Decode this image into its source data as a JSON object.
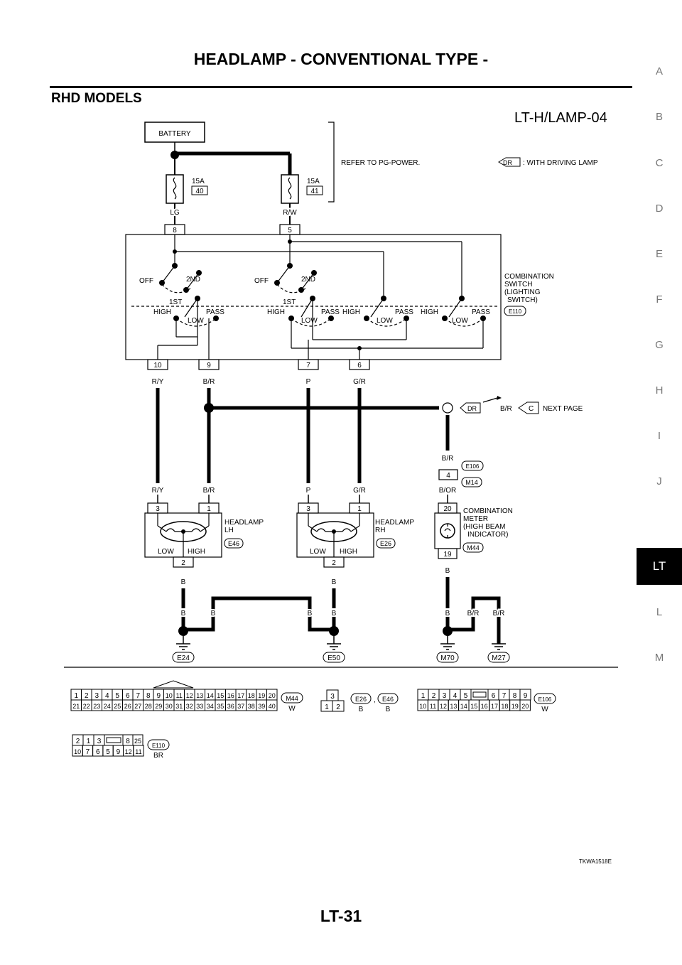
{
  "page": {
    "header": "HEADLAMP - CONVENTIONAL TYPE -",
    "subtitle": "RHD MODELS",
    "footer": "LT-31",
    "ref_code": "TKWA1518E"
  },
  "side_tabs": [
    "A",
    "B",
    "C",
    "D",
    "E",
    "F",
    "G",
    "H",
    "I",
    "J",
    "LT",
    "L",
    "M"
  ],
  "active_tab": "LT",
  "diagram": {
    "code": "LT-H/LAMP-04",
    "battery": "BATTERY",
    "refer": "REFER TO PG-POWER.",
    "dr_tag": "DR",
    "dr_desc": ": WITH DRIVING LAMP",
    "fuse1_amp": "15A",
    "fuse1_no": "40",
    "fuse2_amp": "15A",
    "fuse2_no": "41",
    "wire_lg": "LG",
    "wire_rw": "R/W",
    "pin_8": "8",
    "pin_5": "5",
    "sw_off": "OFF",
    "sw_2nd": "2ND",
    "sw_1st": "1ST",
    "sw_high": "HIGH",
    "sw_pass": "PASS",
    "sw_low": "LOW",
    "combi_sw_1": "COMBINATION",
    "combi_sw_2": "SWITCH",
    "combi_sw_3": "(LIGHTING",
    "combi_sw_4": "SWITCH)",
    "combi_sw_conn": "E110",
    "pin_10": "10",
    "pin_9": "9",
    "pin_7": "7",
    "pin_6": "6",
    "wire_ry": "R/Y",
    "wire_br": "B/R",
    "wire_p": "P",
    "wire_gr": "G/R",
    "wire_b": "B",
    "wire_bor": "B/OR",
    "conn_c": "C",
    "next_page": "NEXT PAGE",
    "e106": "E106",
    "pin_4": "4",
    "m14": "M14",
    "pin_3": "3",
    "pin_1": "1",
    "pin_2": "2",
    "pin_20": "20",
    "pin_19": "19",
    "hl_lh_1": "HEADLAMP",
    "hl_lh_2": "LH",
    "e46": "E46",
    "hl_rh_1": "HEADLAMP",
    "hl_rh_2": "RH",
    "e26": "E26",
    "low": "LOW",
    "high": "HIGH",
    "meter_1": "COMBINATION",
    "meter_2": "METER",
    "meter_3": "(HIGH BEAM",
    "meter_4": "INDICATOR)",
    "m44": "M44",
    "gnd_e24": "E24",
    "gnd_e50": "E50",
    "gnd_m70": "M70",
    "gnd_m27": "M27"
  },
  "connectors": {
    "m44": {
      "top": [
        "1",
        "2",
        "3",
        "4",
        "5",
        "6",
        "7",
        "8",
        "9",
        "10",
        "11",
        "12",
        "13",
        "14",
        "15",
        "16",
        "17",
        "18",
        "19",
        "20"
      ],
      "bottom": [
        "21",
        "22",
        "23",
        "24",
        "25",
        "26",
        "27",
        "28",
        "29",
        "30",
        "31",
        "32",
        "33",
        "34",
        "35",
        "36",
        "37",
        "38",
        "39",
        "40"
      ],
      "name": "M44",
      "color": "W"
    },
    "e26e46": {
      "top": [
        "3"
      ],
      "bottom": [
        "1",
        "2"
      ],
      "name1": "E26",
      "comma": ",",
      "name2": "E46",
      "color1": "B",
      "color2": "B"
    },
    "e106": {
      "top_left": [
        "1",
        "2",
        "3",
        "4",
        "5"
      ],
      "top_right": [
        "6",
        "7",
        "8",
        "9"
      ],
      "bottom": [
        "10",
        "11",
        "12",
        "13",
        "14",
        "15",
        "16",
        "17",
        "18",
        "19",
        "20"
      ],
      "name": "E106",
      "color": "W"
    },
    "e110": {
      "top_left": [
        "2",
        "1",
        "3"
      ],
      "top_right": [
        "8",
        "25"
      ],
      "bottom": [
        "10",
        "7",
        "6",
        "5",
        "9",
        "12",
        "11"
      ],
      "name": "E110",
      "color": "BR"
    }
  }
}
